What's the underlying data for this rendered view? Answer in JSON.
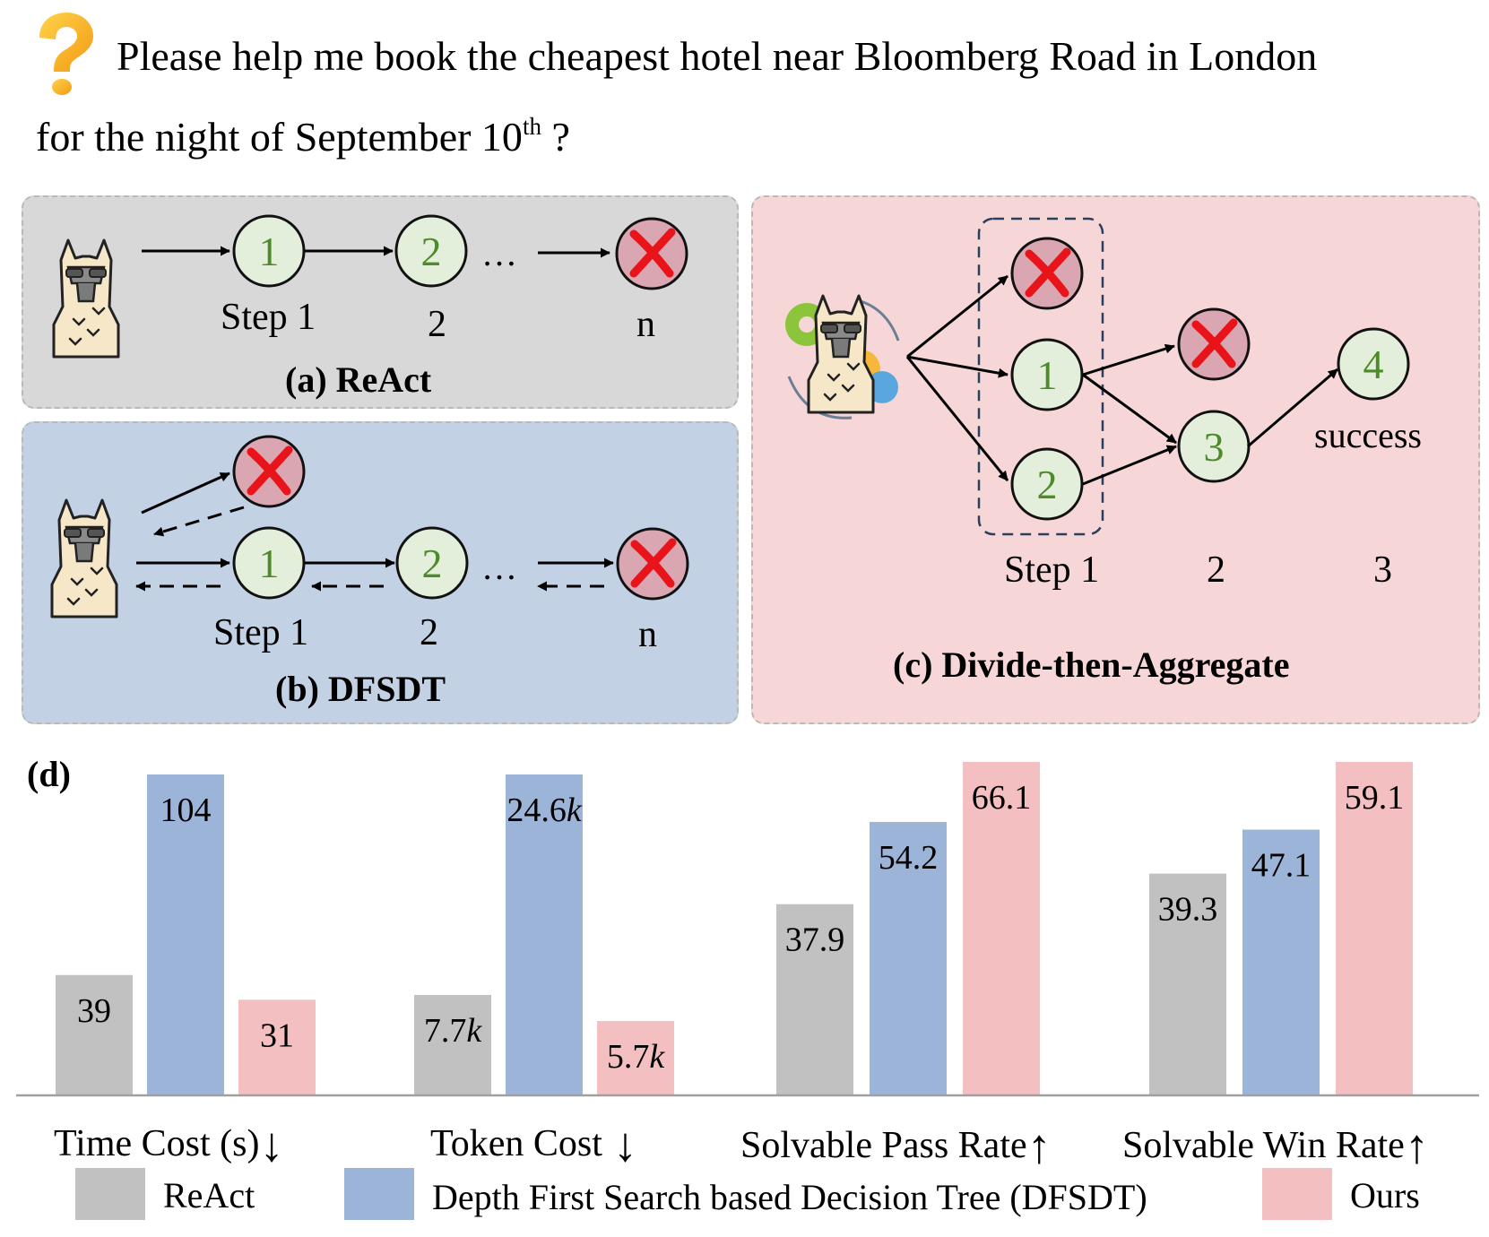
{
  "query": {
    "line1": "Please help me book the cheapest hotel near Bloomberg Road in London",
    "line2_prefix": "for the night of September 10",
    "line2_sup": "th",
    "line2_suffix": " ?"
  },
  "panels": {
    "a": {
      "title": "(a) ReAct",
      "steps": [
        "1",
        "2"
      ],
      "ellipsis": "…",
      "step_labels": [
        "Step 1",
        "2",
        "n"
      ]
    },
    "b": {
      "title": "(b) DFSDT",
      "steps": [
        "1",
        "2"
      ],
      "ellipsis": "…",
      "step_labels": [
        "Step 1",
        "2",
        "n"
      ]
    },
    "c": {
      "title": "(c) Divide-then-Aggregate",
      "nodes": [
        "1",
        "2",
        "3",
        "4"
      ],
      "success": "success",
      "step_labels": [
        "Step 1",
        "2",
        "3"
      ]
    }
  },
  "colors": {
    "react": "#c1c1c1",
    "dfsdt": "#9db4d9",
    "ours": "#f4bfc1",
    "node_fill": "#e3efdb",
    "node_text": "#4f8a2a",
    "fail_fill": "#d9a6b1",
    "fail_cross": "#e8141a"
  },
  "chart_data": {
    "type": "bar",
    "panel_label": "(d)",
    "categories": [
      "Time Cost (s)",
      "Token Cost",
      "Solvable Pass Rate",
      "Solvable Win Rate"
    ],
    "category_arrows": [
      "↓",
      "↓",
      "↑",
      "↑"
    ],
    "series": [
      {
        "name": "ReAct",
        "values": [
          39,
          7.7,
          37.9,
          39.3
        ],
        "labels": [
          "39",
          "7.7k",
          "37.9",
          "39.3"
        ]
      },
      {
        "name": "Depth First Search based Decision Tree (DFSDT)",
        "values": [
          104,
          24.6,
          54.2,
          47.1
        ],
        "labels": [
          "104",
          "24.6k",
          "54.2",
          "47.1"
        ]
      },
      {
        "name": "Ours",
        "values": [
          31,
          5.7,
          66.1,
          59.1
        ],
        "labels": [
          "31",
          "5.7k",
          "66.1",
          "59.1"
        ]
      }
    ]
  }
}
